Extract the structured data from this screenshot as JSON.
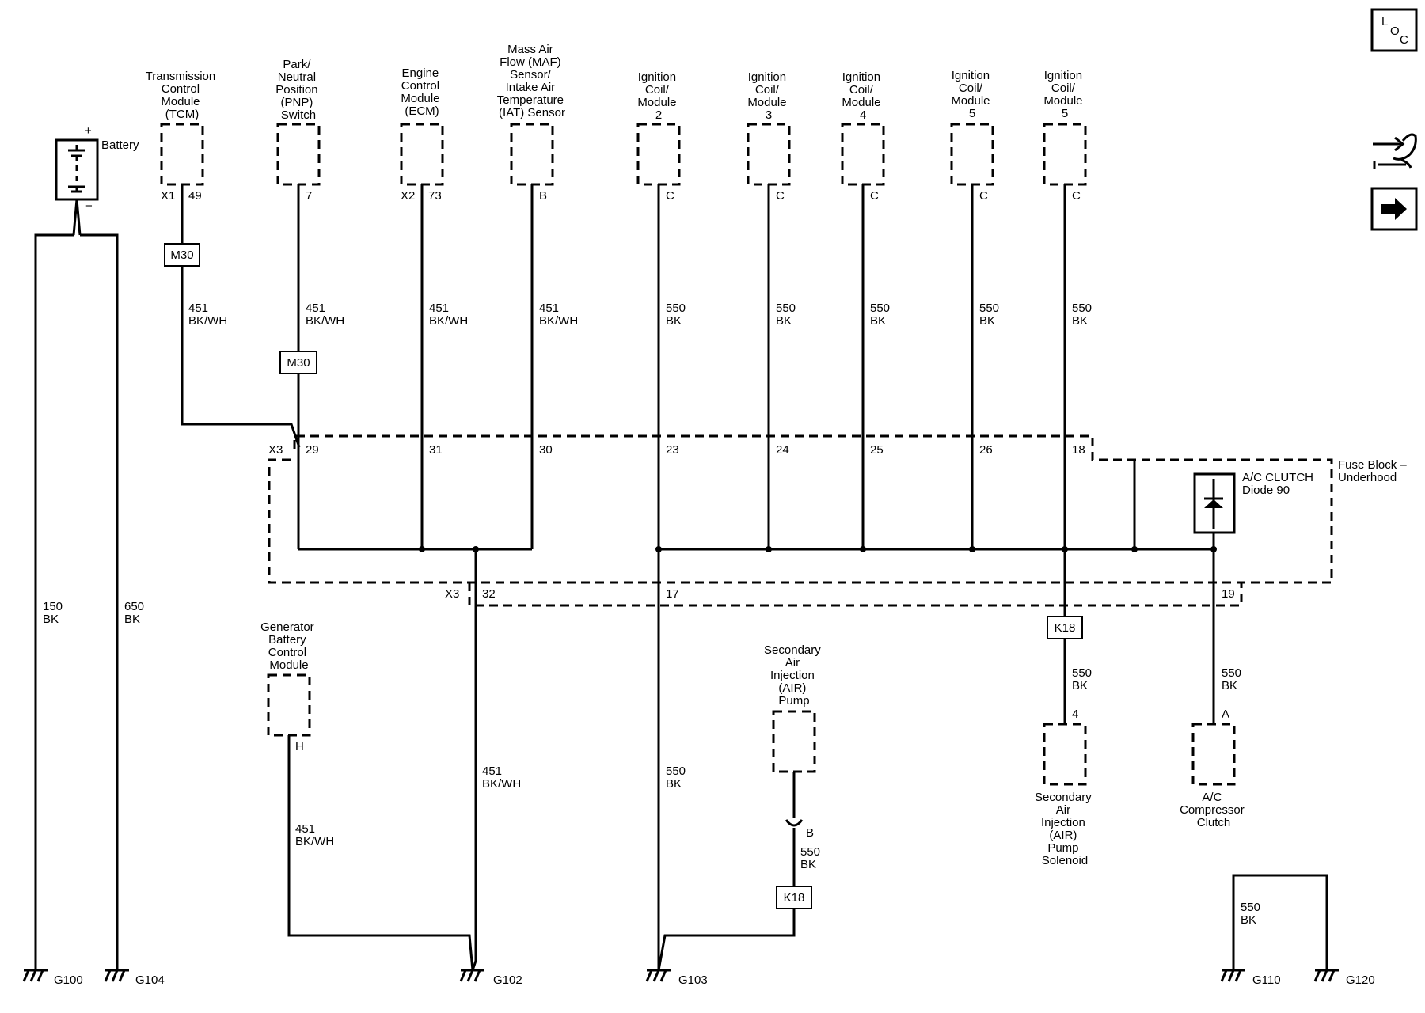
{
  "battery": {
    "label": "Battery",
    "plus": "+",
    "minus": "−"
  },
  "top_components": [
    {
      "id": "tcm",
      "lines": [
        "Transmission",
        "Control",
        "Module",
        "(TCM)"
      ],
      "connector": "X1",
      "pin": "49",
      "wire": [
        "451",
        "BK/WH"
      ],
      "splice_pin": "29",
      "inline": "M30"
    },
    {
      "id": "pnp",
      "lines": [
        "Park/",
        "Neutral",
        "Position",
        "(PNP)",
        "Switch"
      ],
      "connector": "",
      "pin": "7",
      "wire": [
        "451",
        "BK/WH"
      ],
      "splice_pin": "",
      "inline": "M30"
    },
    {
      "id": "ecm",
      "lines": [
        "Engine",
        "Control",
        "Module",
        "(ECM)"
      ],
      "connector": "X2",
      "pin": "73",
      "wire": [
        "451",
        "BK/WH"
      ],
      "splice_pin": "31",
      "inline": ""
    },
    {
      "id": "maf",
      "lines": [
        "Mass Air",
        "Flow (MAF)",
        "Sensor/",
        "Intake Air",
        "Temperature",
        "(IAT) Sensor"
      ],
      "connector": "",
      "pin": "B",
      "wire": [
        "451",
        "BK/WH"
      ],
      "splice_pin": "30",
      "inline": ""
    },
    {
      "id": "coil2",
      "lines": [
        "Ignition",
        "Coil/",
        "Module",
        "2"
      ],
      "connector": "",
      "pin": "C",
      "wire": [
        "550",
        "BK"
      ],
      "splice_pin": "23",
      "inline": ""
    },
    {
      "id": "coil3",
      "lines": [
        "Ignition",
        "Coil/",
        "Module",
        "3"
      ],
      "connector": "",
      "pin": "C",
      "wire": [
        "550",
        "BK"
      ],
      "splice_pin": "24",
      "inline": ""
    },
    {
      "id": "coil4",
      "lines": [
        "Ignition",
        "Coil/",
        "Module",
        "4"
      ],
      "connector": "",
      "pin": "C",
      "wire": [
        "550",
        "BK"
      ],
      "splice_pin": "25",
      "inline": ""
    },
    {
      "id": "coil5a",
      "lines": [
        "Ignition",
        "Coil/",
        "Module",
        "5"
      ],
      "connector": "",
      "pin": "C",
      "wire": [
        "550",
        "BK"
      ],
      "splice_pin": "26",
      "inline": ""
    },
    {
      "id": "coil5b",
      "lines": [
        "Ignition",
        "Coil/",
        "Module",
        "5"
      ],
      "connector": "",
      "pin": "C",
      "wire": [
        "550",
        "BK"
      ],
      "splice_pin": "18",
      "inline": ""
    }
  ],
  "fuse_block": {
    "lines": [
      "Fuse Block –",
      "Underhood"
    ],
    "connector_top": "X3",
    "connector_bottom": "X3",
    "bottom_pins": [
      "32",
      "17",
      "19"
    ]
  },
  "diode": {
    "lines": [
      "A/C CLUTCH",
      "Diode 90"
    ]
  },
  "generator": {
    "lines": [
      "Generator",
      "Battery",
      "Control",
      "Module"
    ],
    "pin": "H",
    "wire": [
      "451",
      "BK/WH"
    ]
  },
  "air_pump": {
    "lines": [
      "Secondary",
      "Air",
      "Injection",
      "(AIR)",
      "Pump"
    ],
    "pin": "B",
    "wire": [
      "550",
      "BK"
    ],
    "inline": "K18"
  },
  "air_solenoid": {
    "lines": [
      "Secondary",
      "Air",
      "Injection",
      "(AIR)",
      "Pump",
      "Solenoid"
    ],
    "pin": "4",
    "wire": [
      "550",
      "BK"
    ],
    "inline": "K18"
  },
  "ac_clutch": {
    "lines": [
      "A/C",
      "Compressor",
      "Clutch"
    ],
    "pin": "A",
    "wire": [
      "550",
      "BK"
    ]
  },
  "ground_wires": {
    "g100": [
      "150",
      "BK"
    ],
    "g104": [
      "650",
      "BK"
    ],
    "g102": [
      "451",
      "BK/WH"
    ],
    "g103": [
      "550",
      "BK"
    ],
    "g110_120": [
      "550",
      "BK"
    ]
  },
  "grounds": [
    "G100",
    "G104",
    "G102",
    "G103",
    "G110",
    "G120"
  ],
  "nav": {
    "loc_letters": [
      "L",
      "O",
      "C"
    ],
    "icons": [
      "loc-icon",
      "connector-tool-icon",
      "next-arrow-icon"
    ]
  }
}
